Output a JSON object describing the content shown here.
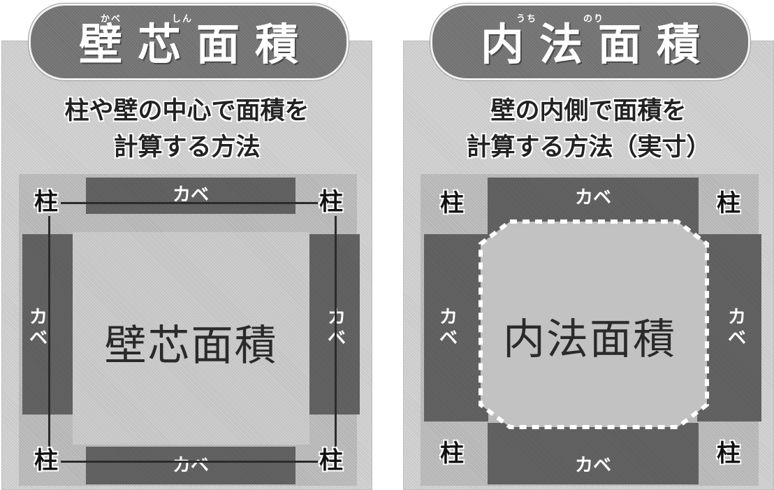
{
  "left": {
    "title": "壁芯面積",
    "ruby_kabe": "かべ",
    "ruby_shin": "しん",
    "subtitle_line1": "柱や壁の中心で面積を",
    "subtitle_line2": "計算する方法",
    "pillar_label": "柱",
    "wall_label": "カベ",
    "area_label": "壁芯面積"
  },
  "right": {
    "title": "内法面積",
    "ruby_uchi": "うち",
    "ruby_nori": "のり",
    "subtitle_line1": "壁の内側で面積を",
    "subtitle_line2": "計算する方法（実寸）",
    "pillar_label": "柱",
    "wall_label": "カベ",
    "area_label": "内法面積"
  },
  "colors": {
    "panel_bg": "#c8c8c8",
    "wall": "#5c5c5c",
    "pill": "#707070",
    "area": "#c2c2c2"
  }
}
